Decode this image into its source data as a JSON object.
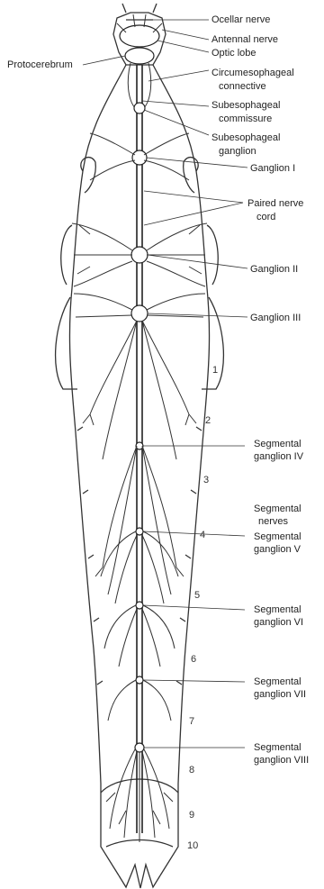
{
  "labels": {
    "ocellar_nerve": "Ocellar nerve",
    "antennal_nerve": "Antennal nerve",
    "optic_lobe": "Optic lobe",
    "protocerebrum": "Protocerebrum",
    "circumesophageal_1": "Circumesophageal",
    "circumesophageal_2": "connective",
    "subesophageal_commissure_1": "Subesophageal",
    "subesophageal_commissure_2": "commissure",
    "subesophageal_ganglion_1": "Subesophageal",
    "subesophageal_ganglion_2": "ganglion",
    "ganglion_1": "Ganglion I",
    "paired_nerve_cord_1": "Paired nerve",
    "paired_nerve_cord_2": "cord",
    "ganglion_2": "Ganglion II",
    "ganglion_3": "Ganglion III",
    "seg_ganglion_4_1": "Segmental",
    "seg_ganglion_4_2": "ganglion IV",
    "segmental_nerves_1": "Segmental",
    "segmental_nerves_2": "nerves",
    "seg_ganglion_5_1": "Segmental",
    "seg_ganglion_5_2": "ganglion V",
    "seg_ganglion_6_1": "Segmental",
    "seg_ganglion_6_2": "ganglion VI",
    "seg_ganglion_7_1": "Segmental",
    "seg_ganglion_7_2": "ganglion VII",
    "seg_ganglion_8_1": "Segmental",
    "seg_ganglion_8_2": "ganglion VIII"
  },
  "segment_numbers": [
    "1",
    "2",
    "3",
    "4",
    "5",
    "6",
    "7",
    "8",
    "9",
    "10"
  ]
}
